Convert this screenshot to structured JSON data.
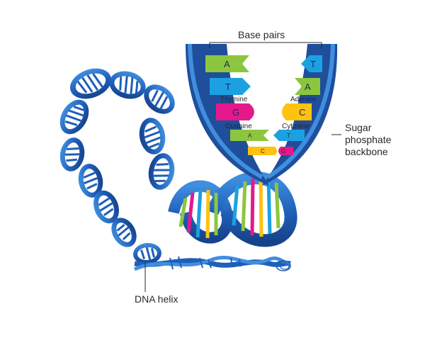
{
  "labels": {
    "base_pairs": "Base pairs",
    "sugar_1": "Sugar",
    "sugar_2": "phosphate",
    "sugar_3": "backbone",
    "dna_helix": "DNA helix"
  },
  "pairs": [
    {
      "left": "A",
      "right": "T",
      "left_name": "",
      "right_name": ""
    },
    {
      "left": "T",
      "right": "A",
      "left_name": "Thymine",
      "right_name": "Adenine"
    },
    {
      "left": "G",
      "right": "C",
      "left_name": "Guanine",
      "right_name": "Cytosine"
    },
    {
      "left": "A",
      "right": "T",
      "left_name": "",
      "right_name": ""
    },
    {
      "left": "C",
      "right": "G",
      "left_name": "",
      "right_name": ""
    }
  ],
  "colors": {
    "backbone_dark": "#1f4e9a",
    "backbone_light": "#2f74c9",
    "adenine": "#8cc63f",
    "thymine": "#1ba1e2",
    "guanine": "#e5198b",
    "cytosine": "#ffc20e",
    "text": "#2a2a2a"
  }
}
